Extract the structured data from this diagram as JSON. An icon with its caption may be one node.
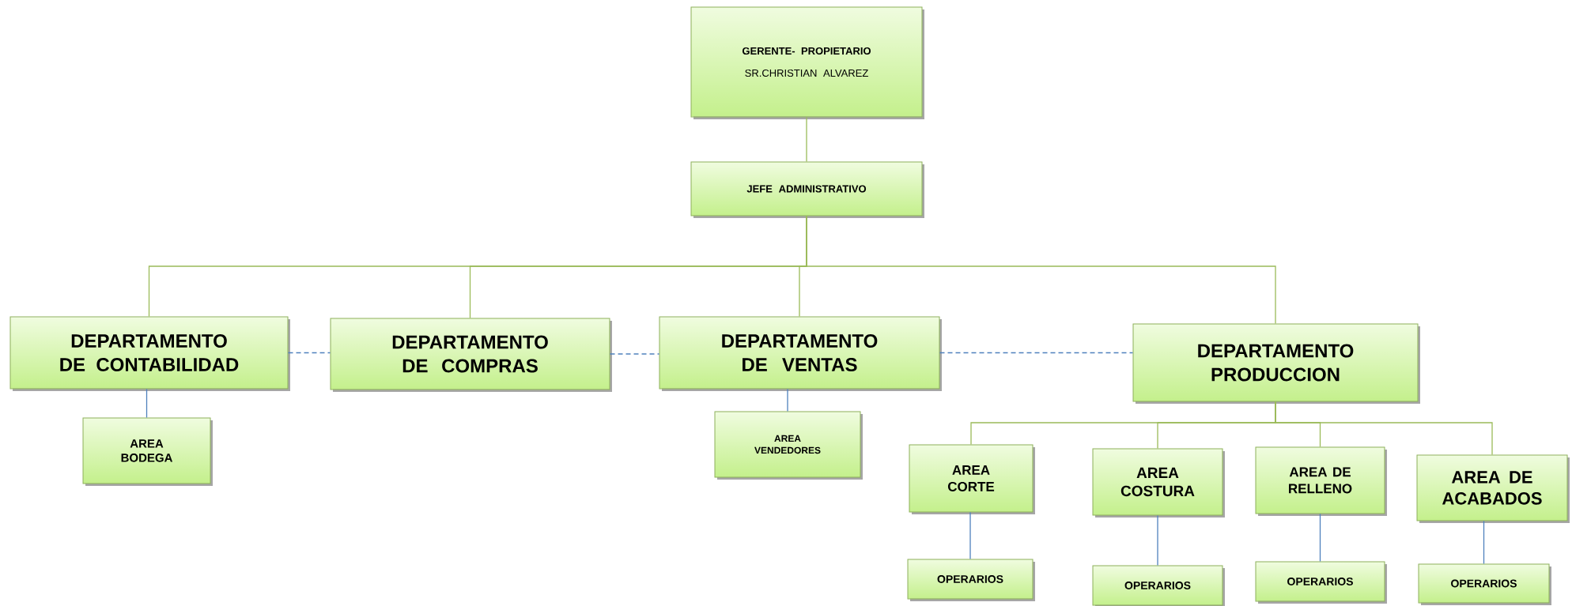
{
  "diagram": {
    "nodes": [
      {
        "text": [
          "GERENTE- PROPIETARIO",
          "SR.CHRISTIAN ALVAREZ"
        ]
      },
      {
        "text": [
          "JEFE ADMINISTRATIVO"
        ]
      },
      {
        "text": [
          "DEPARTAMENTO DE CONTABILIDAD"
        ]
      },
      {
        "text": [
          "DEPARTAMENTO DE COMPRAS"
        ]
      },
      {
        "text": [
          "DEPARTAMENTO DE VENTAS"
        ]
      },
      {
        "text": [
          "DEPARTAMENTO PRODUCCION"
        ]
      },
      {
        "text": [
          "AREA BODEGA"
        ]
      },
      {
        "text": [
          "AREA VENDEDORES"
        ]
      },
      {
        "text": [
          "AREA CORTE"
        ]
      },
      {
        "text": [
          "AREA COSTURA"
        ]
      },
      {
        "text": [
          "AREA DE RELLENO"
        ]
      },
      {
        "text": [
          "AREA DE ACABADOS"
        ]
      },
      {
        "text": [
          "OPERARIOS"
        ]
      },
      {
        "text": [
          "OPERARIOS"
        ]
      },
      {
        "text": [
          "OPERARIOS"
        ]
      },
      {
        "text": [
          "OPERARIOS"
        ]
      }
    ],
    "edges": [
      {
        "from": 0,
        "to": 1,
        "arrow": "none",
        "color": "#9bbb59"
      },
      {
        "from": 1,
        "to": 2,
        "arrow": "none",
        "color": "#9bbb59"
      },
      {
        "from": 1,
        "to": 3,
        "arrow": "none",
        "color": "#9bbb59"
      },
      {
        "from": 1,
        "to": 4,
        "arrow": "none",
        "color": "#9bbb59"
      },
      {
        "from": 1,
        "to": 5,
        "arrow": "none",
        "color": "#9bbb59"
      },
      {
        "from": 2,
        "to": 3,
        "arrow": "none",
        "style": "dashed",
        "color": "#4f81bd"
      },
      {
        "from": 3,
        "to": 4,
        "arrow": "none",
        "style": "dashed",
        "color": "#4f81bd"
      },
      {
        "from": 4,
        "to": 5,
        "arrow": "none",
        "style": "dashed",
        "color": "#4f81bd"
      },
      {
        "from": 2,
        "to": 6,
        "arrow": "none",
        "color": "#4f81bd"
      },
      {
        "from": 4,
        "to": 7,
        "arrow": "none",
        "color": "#4f81bd"
      },
      {
        "from": 5,
        "to": 8,
        "arrow": "none",
        "color": "#9bbb59"
      },
      {
        "from": 5,
        "to": 9,
        "arrow": "none",
        "color": "#9bbb59"
      },
      {
        "from": 5,
        "to": 10,
        "arrow": "none",
        "color": "#9bbb59"
      },
      {
        "from": 5,
        "to": 11,
        "arrow": "none",
        "color": "#9bbb59"
      },
      {
        "from": 8,
        "to": 12,
        "arrow": "none",
        "color": "#4f81bd"
      },
      {
        "from": 9,
        "to": 13,
        "arrow": "none",
        "color": "#4f81bd"
      },
      {
        "from": 10,
        "to": 14,
        "arrow": "none",
        "color": "#4f81bd"
      },
      {
        "from": 11,
        "to": 15,
        "arrow": "none",
        "color": "#4f81bd"
      }
    ]
  }
}
